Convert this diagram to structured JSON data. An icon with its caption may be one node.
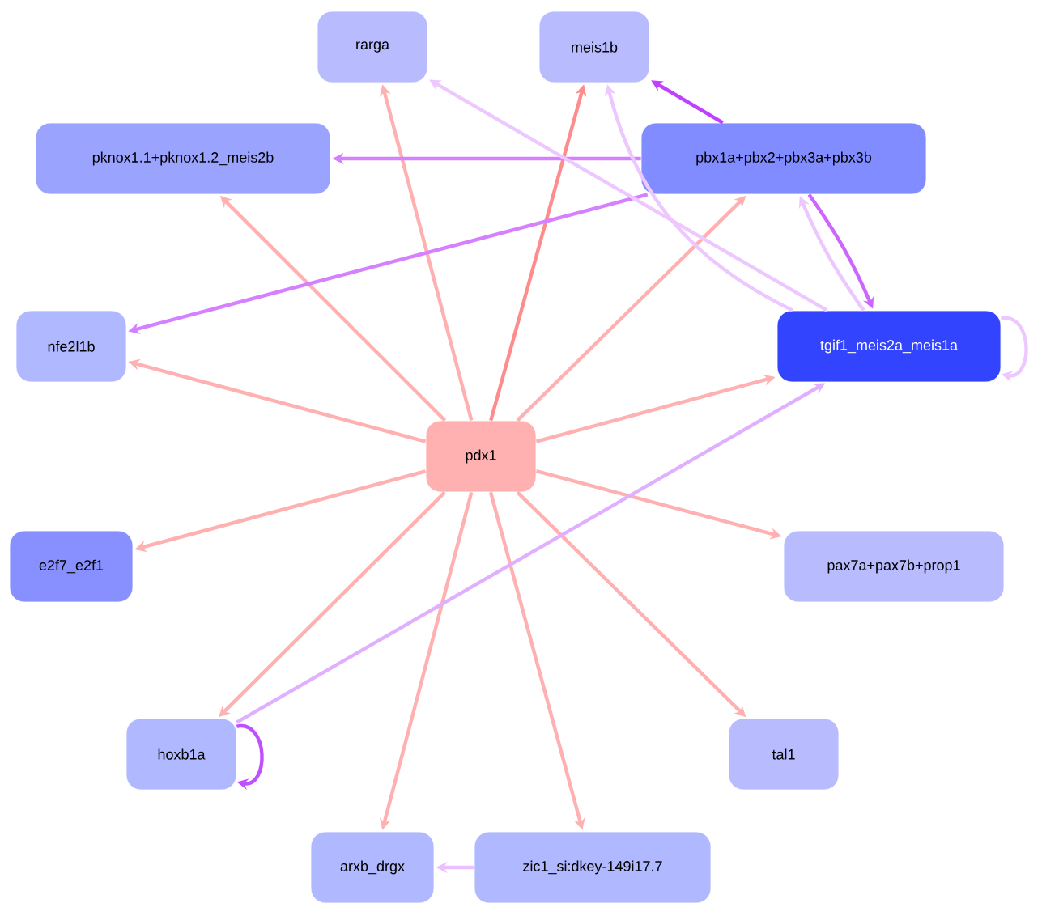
{
  "diagram": {
    "nodes": [
      {
        "text": [
          "rarga"
        ]
      },
      {
        "text": [
          "meis1b"
        ]
      },
      {
        "text": [
          "pknox1.1+pknox1.2_meis2b"
        ]
      },
      {
        "text": [
          "pbx1a+pbx2+pbx3a+pbx3b"
        ]
      },
      {
        "text": [
          "nfe2l1b"
        ]
      },
      {
        "text": [
          "tgif1_meis2a_meis1a"
        ]
      },
      {
        "text": [
          "pdx1"
        ]
      },
      {
        "text": [
          "e2f7_e2f1"
        ]
      },
      {
        "text": [
          "pax7a+pax7b+prop1"
        ]
      },
      {
        "text": [
          "hoxb1a"
        ]
      },
      {
        "text": [
          "tal1"
        ]
      },
      {
        "text": [
          "arxb_drgx"
        ]
      },
      {
        "text": [
          "zic1_si:dkey-149i17.7"
        ]
      }
    ],
    "edges": [
      {
        "from": 6,
        "to": 0,
        "arrow": "to"
      },
      {
        "from": 6,
        "to": 1,
        "arrow": "to",
        "color": "#ff8c8c"
      },
      {
        "from": 6,
        "to": 2,
        "arrow": "to"
      },
      {
        "from": 6,
        "to": 3,
        "arrow": "to"
      },
      {
        "from": 6,
        "to": 4,
        "arrow": "to"
      },
      {
        "from": 6,
        "to": 5,
        "arrow": "to"
      },
      {
        "from": 6,
        "to": 7,
        "arrow": "to"
      },
      {
        "from": 6,
        "to": 8,
        "arrow": "to"
      },
      {
        "from": 6,
        "to": 9,
        "arrow": "to"
      },
      {
        "from": 6,
        "to": 10,
        "arrow": "to"
      },
      {
        "from": 6,
        "to": 11,
        "arrow": "to"
      },
      {
        "from": 6,
        "to": 12,
        "arrow": "to"
      },
      {
        "from": 3,
        "to": 2,
        "arrow": "to",
        "color": "#d580ff"
      },
      {
        "from": 3,
        "to": 4,
        "arrow": "to",
        "color": "#d580ff"
      },
      {
        "from": 3,
        "to": 1,
        "arrow": "to",
        "color": "#c040ff"
      },
      {
        "from": 3,
        "to": 5,
        "arrow": "to",
        "color": "#cc66ff"
      },
      {
        "from": 5,
        "to": 3,
        "arrow": "to",
        "color": "#ecc8ff"
      },
      {
        "from": 5,
        "to": 0,
        "arrow": "to",
        "color": "#ecc8ff"
      },
      {
        "from": 5,
        "to": 1,
        "arrow": "to",
        "color": "#ecc8ff"
      },
      {
        "from": 5,
        "to": 5,
        "arrow": "to",
        "color": "#ecc8ff"
      },
      {
        "from": 9,
        "to": 5,
        "arrow": "to",
        "color": "#e0b0ff"
      },
      {
        "from": 9,
        "to": 9,
        "arrow": "to",
        "color": "#c050ff"
      },
      {
        "from": 12,
        "to": 11,
        "arrow": "to",
        "color": "#ecc0ff"
      }
    ]
  }
}
